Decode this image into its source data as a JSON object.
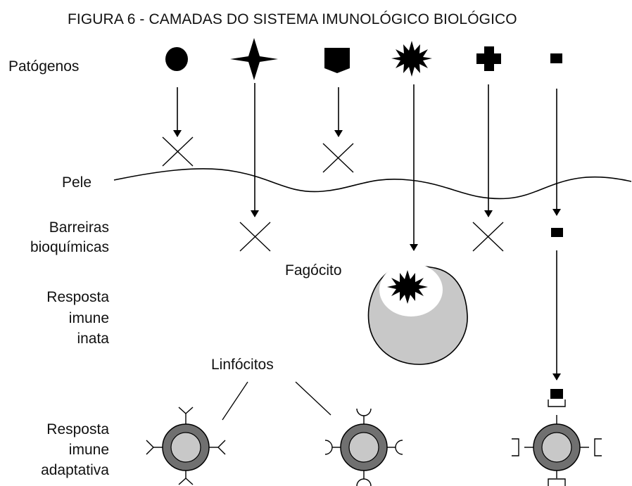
{
  "figure": {
    "title": "FIGURA 6 - CAMADAS DO SISTEMA IMUNOLÓGICO BIOLÓGICO"
  },
  "layers": {
    "pathogens": "Patógenos",
    "skin": "Pele",
    "biochem_1": "Barreiras",
    "biochem_2": "bioquímicas",
    "innate_1": "Resposta",
    "innate_2": "imune",
    "innate_3": "inata",
    "adaptive_1": "Resposta",
    "adaptive_2": "imune",
    "adaptive_3": "adaptativa"
  },
  "cells": {
    "phagocyte": "Fagócito",
    "lymphocytes": "Linfócitos"
  },
  "colors": {
    "ink": "#000000",
    "phagocyte_body": "#c8c8c8",
    "lymphocyte_ring": "#707070",
    "lymphocyte_nucleus": "#c8c8c8"
  }
}
